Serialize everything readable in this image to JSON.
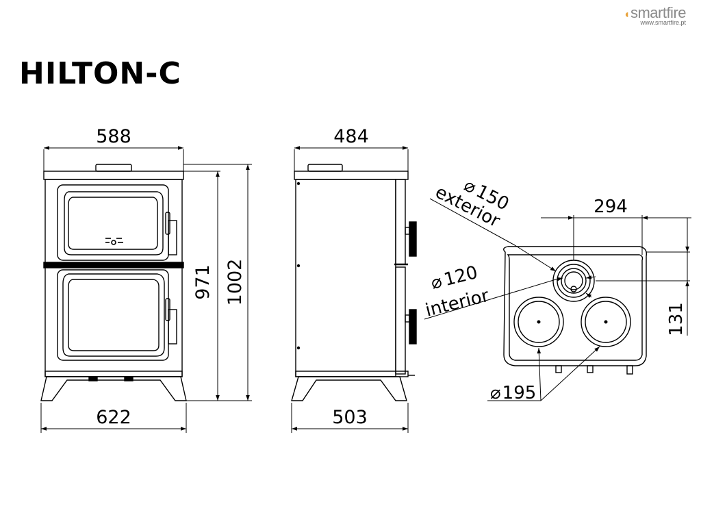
{
  "brand": {
    "name": "smartfire",
    "url": "www.smartfire.pt"
  },
  "title": "HILTON-C",
  "front_view": {
    "top_width": "588",
    "base_width": "622",
    "body_height": "971",
    "total_height": "1002"
  },
  "side_view": {
    "top_depth": "484",
    "base_depth": "503"
  },
  "top_view": {
    "outlet_exterior_diameter": "150",
    "outlet_exterior_label": "exterior",
    "outlet_interior_diameter": "120",
    "outlet_interior_label": "interior",
    "outlet_offset_x": "294",
    "outlet_offset_y": "131",
    "hotplate_diameter": "195",
    "diameter_symbol": "⌀"
  },
  "colors": {
    "line": "#000000",
    "brand_text": "#8a8a8a",
    "brand_flame": "#e8a23a"
  }
}
